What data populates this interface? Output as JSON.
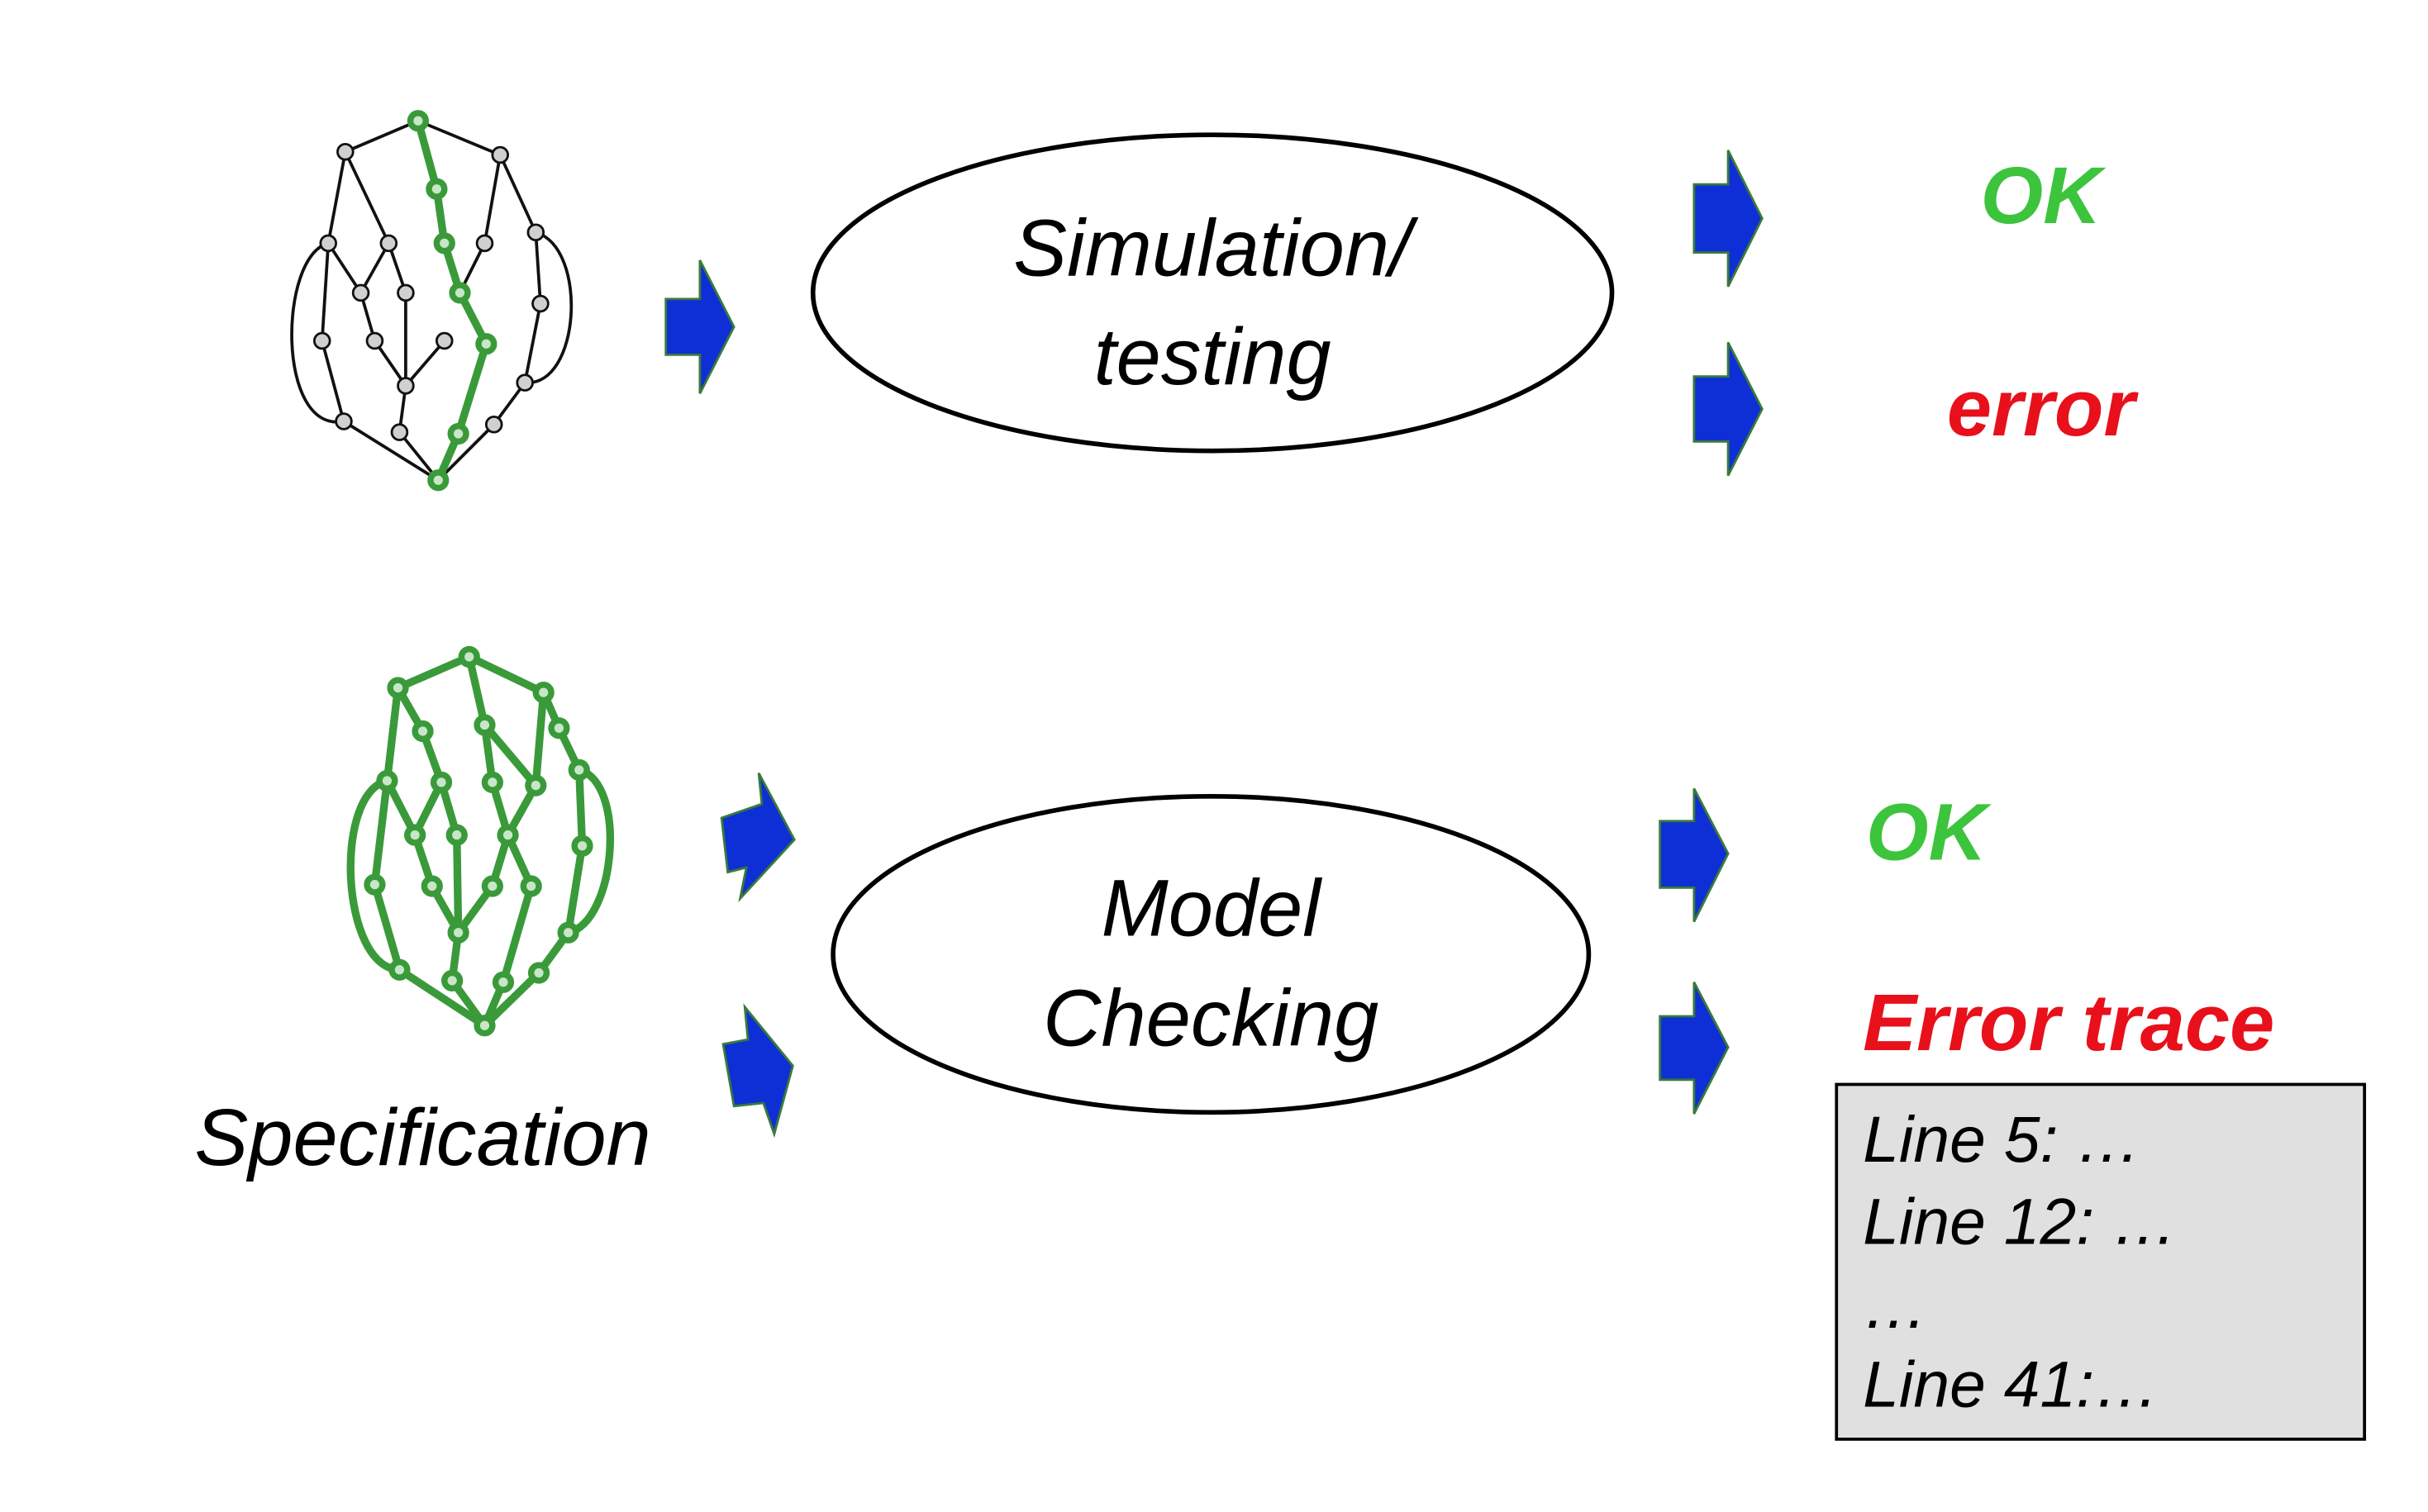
{
  "top_process": {
    "line1": "Simulation/",
    "line2": "testing"
  },
  "bottom_process": {
    "line1": "Model",
    "line2": "Checking"
  },
  "top_results": {
    "ok": "OK",
    "error": "error"
  },
  "bottom_results": {
    "ok": "OK",
    "error": "Error trace"
  },
  "specification_label": "Specification",
  "error_trace_lines": [
    "Line 5: …",
    "Line 12: …",
    "…",
    "Line 41:…"
  ],
  "colors": {
    "ok": "#3cc43c",
    "error": "#e8101a",
    "arrow_fill": "#0f2fd6",
    "arrow_stroke": "#3a7a3a",
    "graph_green": "#3a9a3a",
    "node_gray": "#d0d0d0",
    "trace_box": "#e0e0e0"
  }
}
